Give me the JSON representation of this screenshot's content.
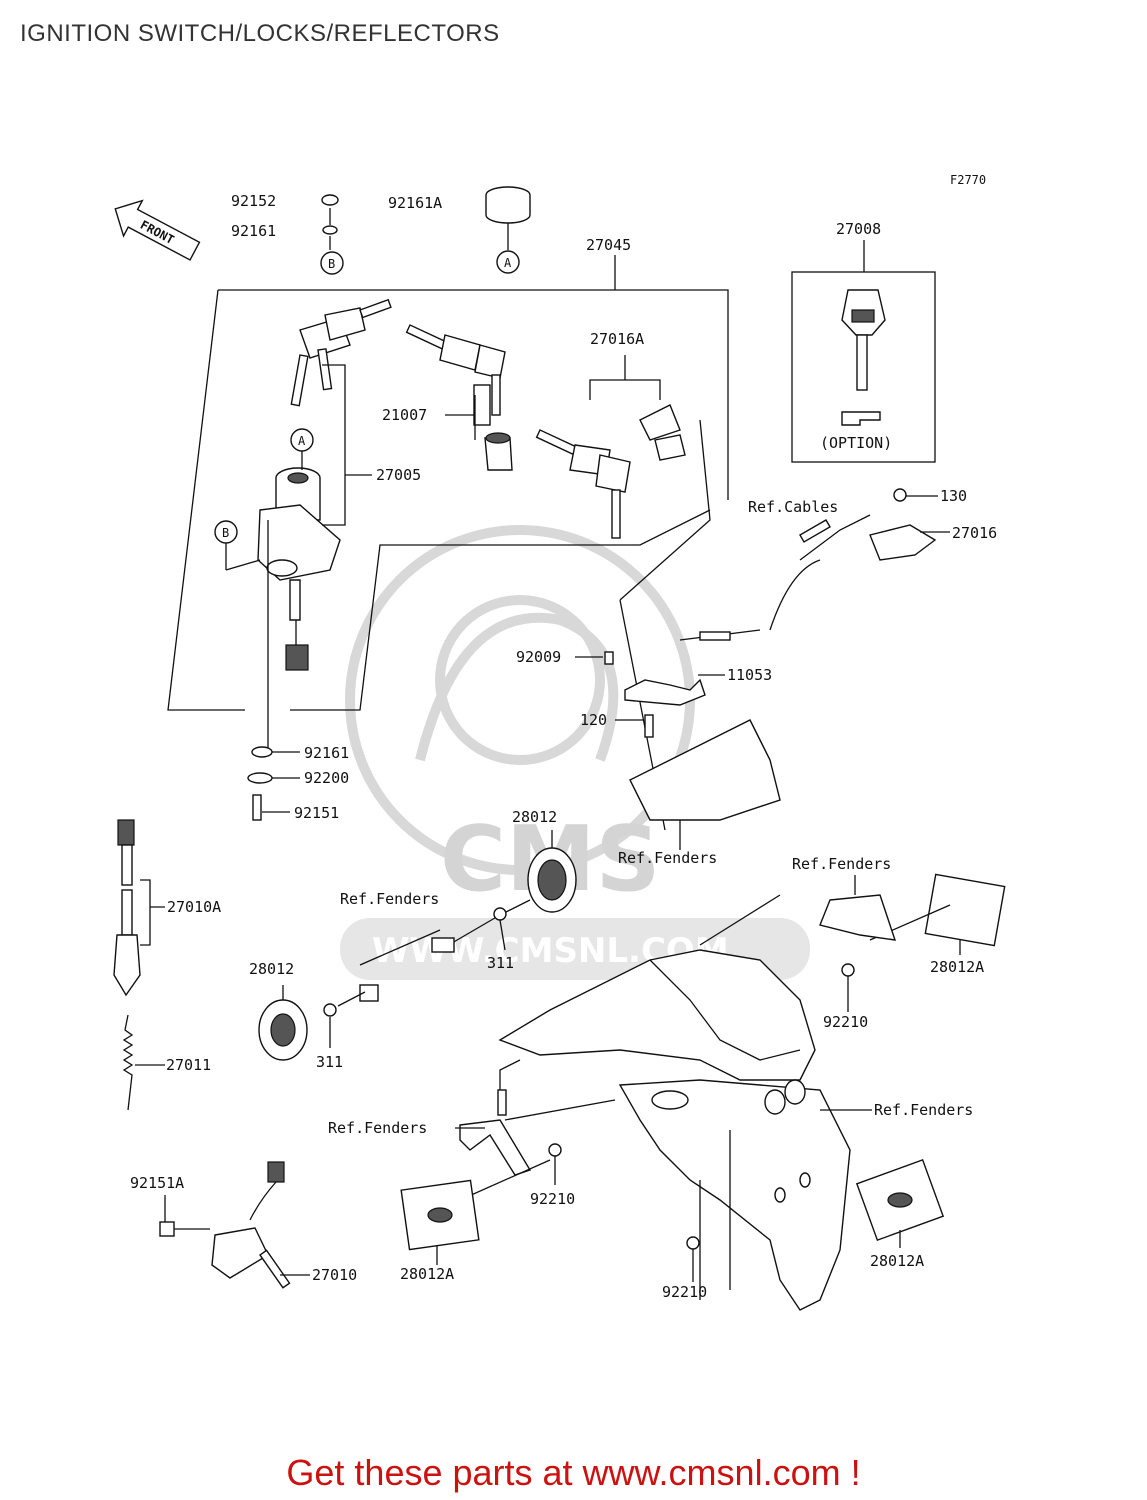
{
  "title": "IGNITION SWITCH/LOCKS/REFLECTORS",
  "figure_id": "F2770",
  "front_label": "FRONT",
  "watermark": {
    "logo": "CMS",
    "url": "WWW.CMSNL.COM"
  },
  "ref_markers": [
    "A",
    "B"
  ],
  "option_label": "(OPTION)",
  "part_labels": [
    "92152",
    "92161",
    "92161A",
    "27045",
    "27008",
    "27016A",
    "21007",
    "27005",
    "130",
    "27016",
    "Ref.Cables",
    "92009",
    "11053",
    "120",
    "92161",
    "92200",
    "92151",
    "27010A",
    "28012",
    "Ref.Fenders",
    "Ref.Fenders",
    "Ref.Fenders",
    "311",
    "28012",
    "311",
    "28012A",
    "92210",
    "27011",
    "Ref.Fenders",
    "Ref.Fenders",
    "92151A",
    "92210",
    "27010",
    "28012A",
    "92210",
    "28012A"
  ],
  "footer": "Get these parts at www.cmsnl.com !"
}
